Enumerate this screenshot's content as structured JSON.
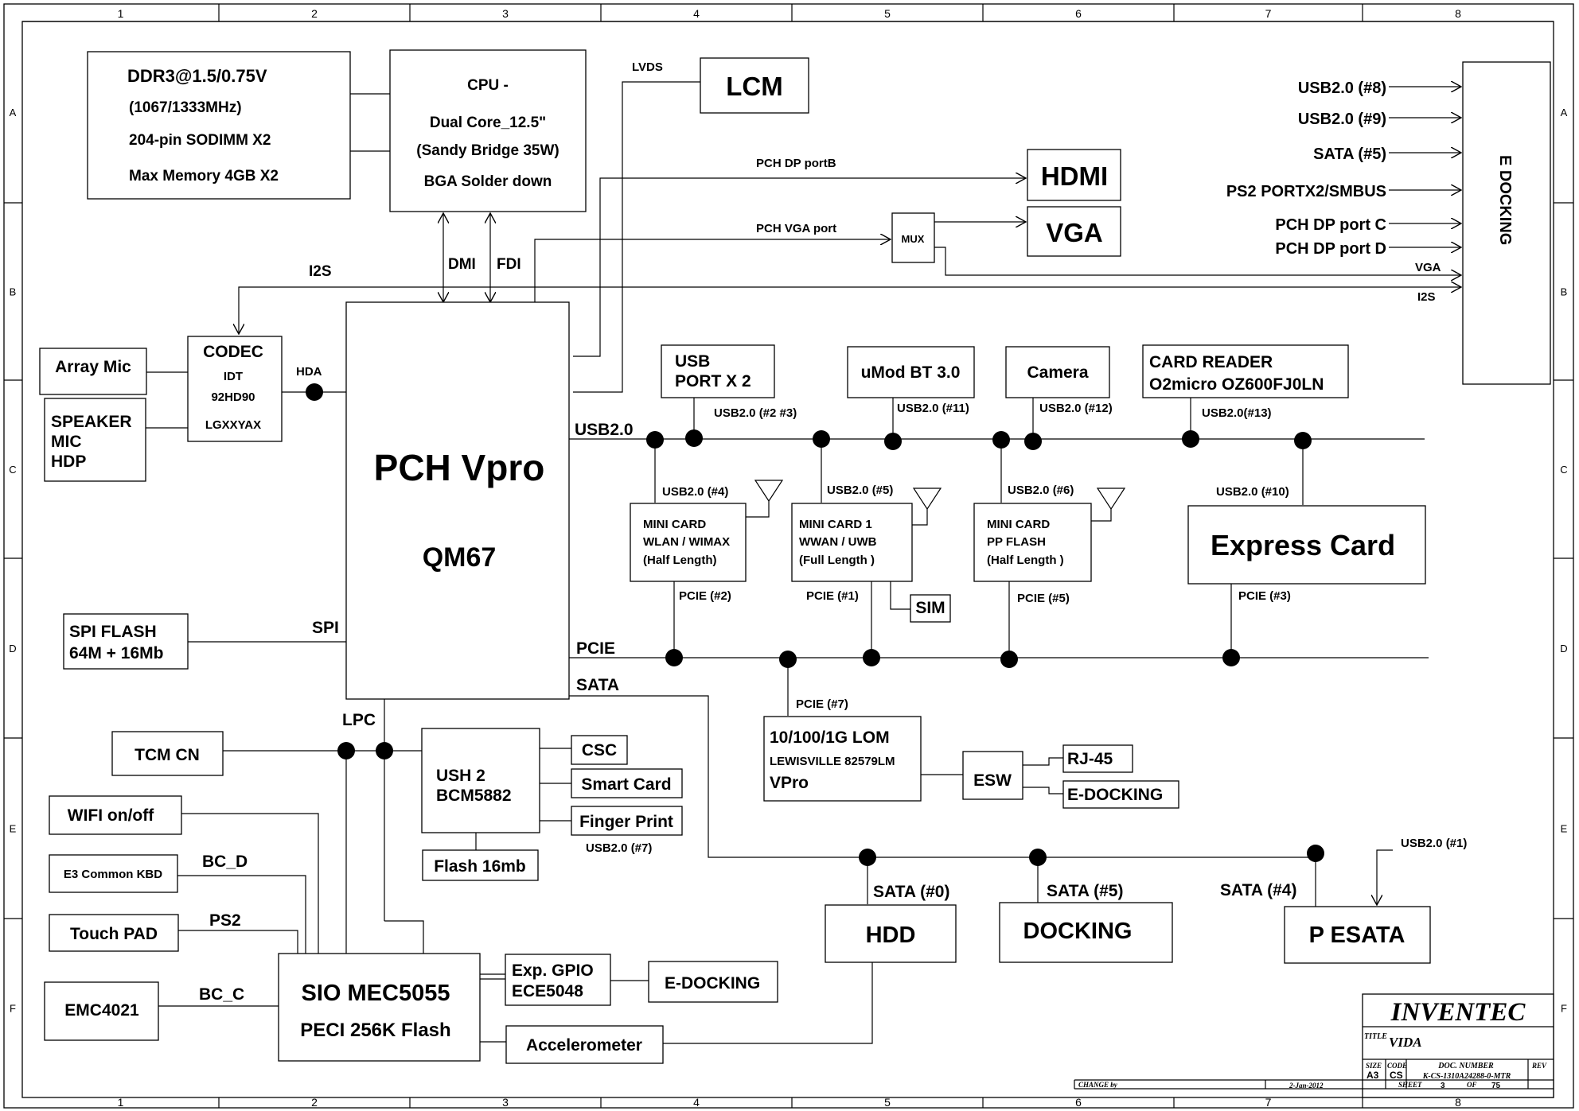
{
  "border": {
    "columns": [
      "1",
      "2",
      "3",
      "4",
      "5",
      "6",
      "7",
      "8"
    ],
    "rows": [
      "A",
      "B",
      "C",
      "D",
      "E",
      "F"
    ]
  },
  "blocks": {
    "ddr3": {
      "line1": "DDR3@1.5/0.75V",
      "line2": "(1067/1333MHz)",
      "line3": "204-pin SODIMM X2",
      "line4": "Max Memory 4GB X2"
    },
    "cpu": {
      "line1": "CPU -",
      "line2": "Dual Core_12.5\"",
      "line3": "(Sandy Bridge 35W)",
      "line4": "BGA Solder down"
    },
    "lcm": "LCM",
    "hdmi": "HDMI",
    "vga": "VGA",
    "mux": "MUX",
    "pch": {
      "line1": "PCH Vpro",
      "line2": "QM67"
    },
    "codec": {
      "line1": "CODEC",
      "line2": "IDT",
      "line3": "92HD90",
      "line4": "LGXXYAX"
    },
    "array_mic": "Array Mic",
    "speaker": {
      "line1": "SPEAKER",
      "line2": "MIC",
      "line3": "HDP"
    },
    "usb_port": {
      "line1": "USB",
      "line2": "PORT X 2"
    },
    "umod_bt": "uMod BT 3.0",
    "camera": "Camera",
    "card_reader": {
      "line1": "CARD READER",
      "line2": "O2micro OZ600FJ0LN"
    },
    "mini_wlan": {
      "line1": "MINI CARD",
      "line2": "WLAN / WIMAX",
      "line3": "(Half Length)"
    },
    "mini_wwan": {
      "line1": "MINI CARD 1",
      "line2": "WWAN / UWB",
      "line3": "(Full Length )"
    },
    "mini_pp": {
      "line1": "MINI CARD",
      "line2": "PP FLASH",
      "line3": "(Half Length )"
    },
    "express_card": "Express Card",
    "sim": "SIM",
    "spi_flash": {
      "line1": "SPI  FLASH",
      "line2": "64M + 16Mb"
    },
    "lom": {
      "line1": "10/100/1G LOM",
      "line2": "LEWISVILLE 82579LM",
      "line3": "VPro"
    },
    "esw": "ESW",
    "rj45": "RJ-45",
    "e_docking_lan": "E-DOCKING",
    "tcm": "TCM  CN",
    "ush": {
      "line1": "USH 2",
      "line2": "BCM5882"
    },
    "csc": "CSC",
    "smart_card": "Smart Card",
    "finger_print": "Finger Print",
    "flash16": "Flash 16mb",
    "wifi": "WIFI on/off",
    "e3kbd": "E3 Common KBD",
    "touchpad": "Touch PAD",
    "emc": "EMC4021",
    "sio": {
      "line1": "SIO MEC5055",
      "line2": "PECI 256K Flash"
    },
    "exp_gpio": {
      "line1": "Exp. GPIO",
      "line2": "ECE5048"
    },
    "e_docking_sio": "E-DOCKING",
    "accelerometer": "Accelerometer",
    "hdd": "HDD",
    "docking": "DOCKING",
    "p_esata": "P ESATA",
    "e_docking": "E DOCKING"
  },
  "labels": {
    "lvds": "LVDS",
    "pch_dp_portb": "PCH DP portB",
    "pch_vga_port": "PCH VGA port",
    "dmi": "DMI",
    "fdi": "FDI",
    "i2s_left": "I2S",
    "hda": "HDA",
    "usb20": "USB2.0",
    "usb_23": "USB2.0 (#2 #3)",
    "usb_11": "USB2.0 (#11)",
    "usb_12": "USB2.0 (#12)",
    "usb_13": "USB2.0(#13)",
    "usb_4": "USB2.0 (#4)",
    "usb_5": "USB2.0 (#5)",
    "usb_6": "USB2.0 (#6)",
    "usb_10": "USB2.0 (#10)",
    "pcie_2": "PCIE (#2)",
    "pcie_1": "PCIE (#1)",
    "pcie_5": "PCIE (#5)",
    "pcie_3": "PCIE (#3)",
    "spi": "SPI",
    "pcie": "PCIE",
    "sata": "SATA",
    "pcie_7": "PCIE (#7)",
    "lpc": "LPC",
    "usb_7": "USB2.0 (#7)",
    "bc_d": "BC_D",
    "ps2": "PS2",
    "bc_c": "BC_C",
    "sata_0": "SATA (#0)",
    "sata_5": "SATA (#5)",
    "sata_4": "SATA (#4)",
    "usb_1": "USB2.0 (#1)",
    "dock_usb8": "USB2.0 (#8)",
    "dock_usb9": "USB2.0 (#9)",
    "dock_sata5": "SATA (#5)",
    "dock_ps2": "PS2 PORTX2/SMBUS",
    "dock_dpc": "PCH DP port C",
    "dock_dpd": "PCH DP port D",
    "dock_vga": "VGA",
    "dock_i2s": "I2S"
  },
  "title_block": {
    "company": "INVENTEC",
    "title_label": "TITLE",
    "title": "VIDA",
    "size_label": "SIZE",
    "size": "A3",
    "code_label": "CODE",
    "code": "CS",
    "doc_label": "DOC. NUMBER",
    "doc": "K-CS-1310A24288-0-MTR",
    "rev_label": "REV",
    "sheet_label": "SHEET",
    "sheet": "3",
    "of_label": "OF",
    "of": "75",
    "change_by": "CHANGE by",
    "date": "2-Jan-2012"
  }
}
